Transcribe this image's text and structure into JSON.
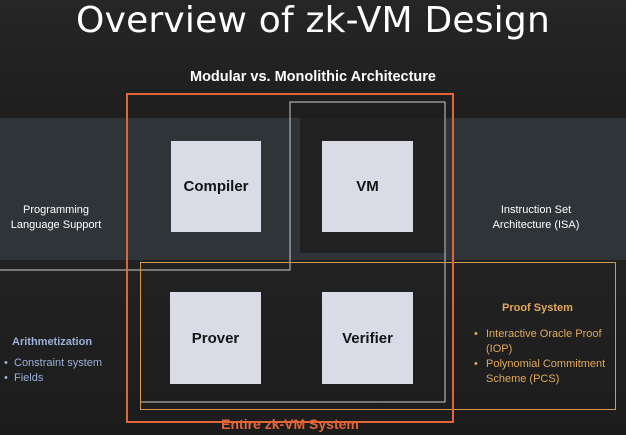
{
  "title": "Overview of zk-VM Design",
  "subtitle": "Modular vs. Monolithic Architecture",
  "components": {
    "compiler": "Compiler",
    "vm": "VM",
    "prover": "Prover",
    "verifier": "Verifier"
  },
  "side_labels": {
    "programming_language_line1": "Programming",
    "programming_language_line2": "Language Support",
    "isa_line1": "Instruction Set",
    "isa_line2": "Architecture (ISA)"
  },
  "arithmetization": {
    "heading": "Arithmetization",
    "items": [
      "Constraint system",
      "Fields"
    ]
  },
  "proof_system": {
    "heading": "Proof System",
    "items": [
      "Interactive Oracle Proof (IOP)",
      "Polynomial Commitment Scheme (PCS)"
    ]
  },
  "footer": "Entire zk-VM System",
  "colors": {
    "orange_frame": "#e2653a",
    "gold_frame": "#d39a4e",
    "white_frame": "#c8ccd4",
    "box_fill": "#d9dbe6",
    "arithmetization_text": "#9ab0d8",
    "proof_system_text": "#e2a95c"
  }
}
